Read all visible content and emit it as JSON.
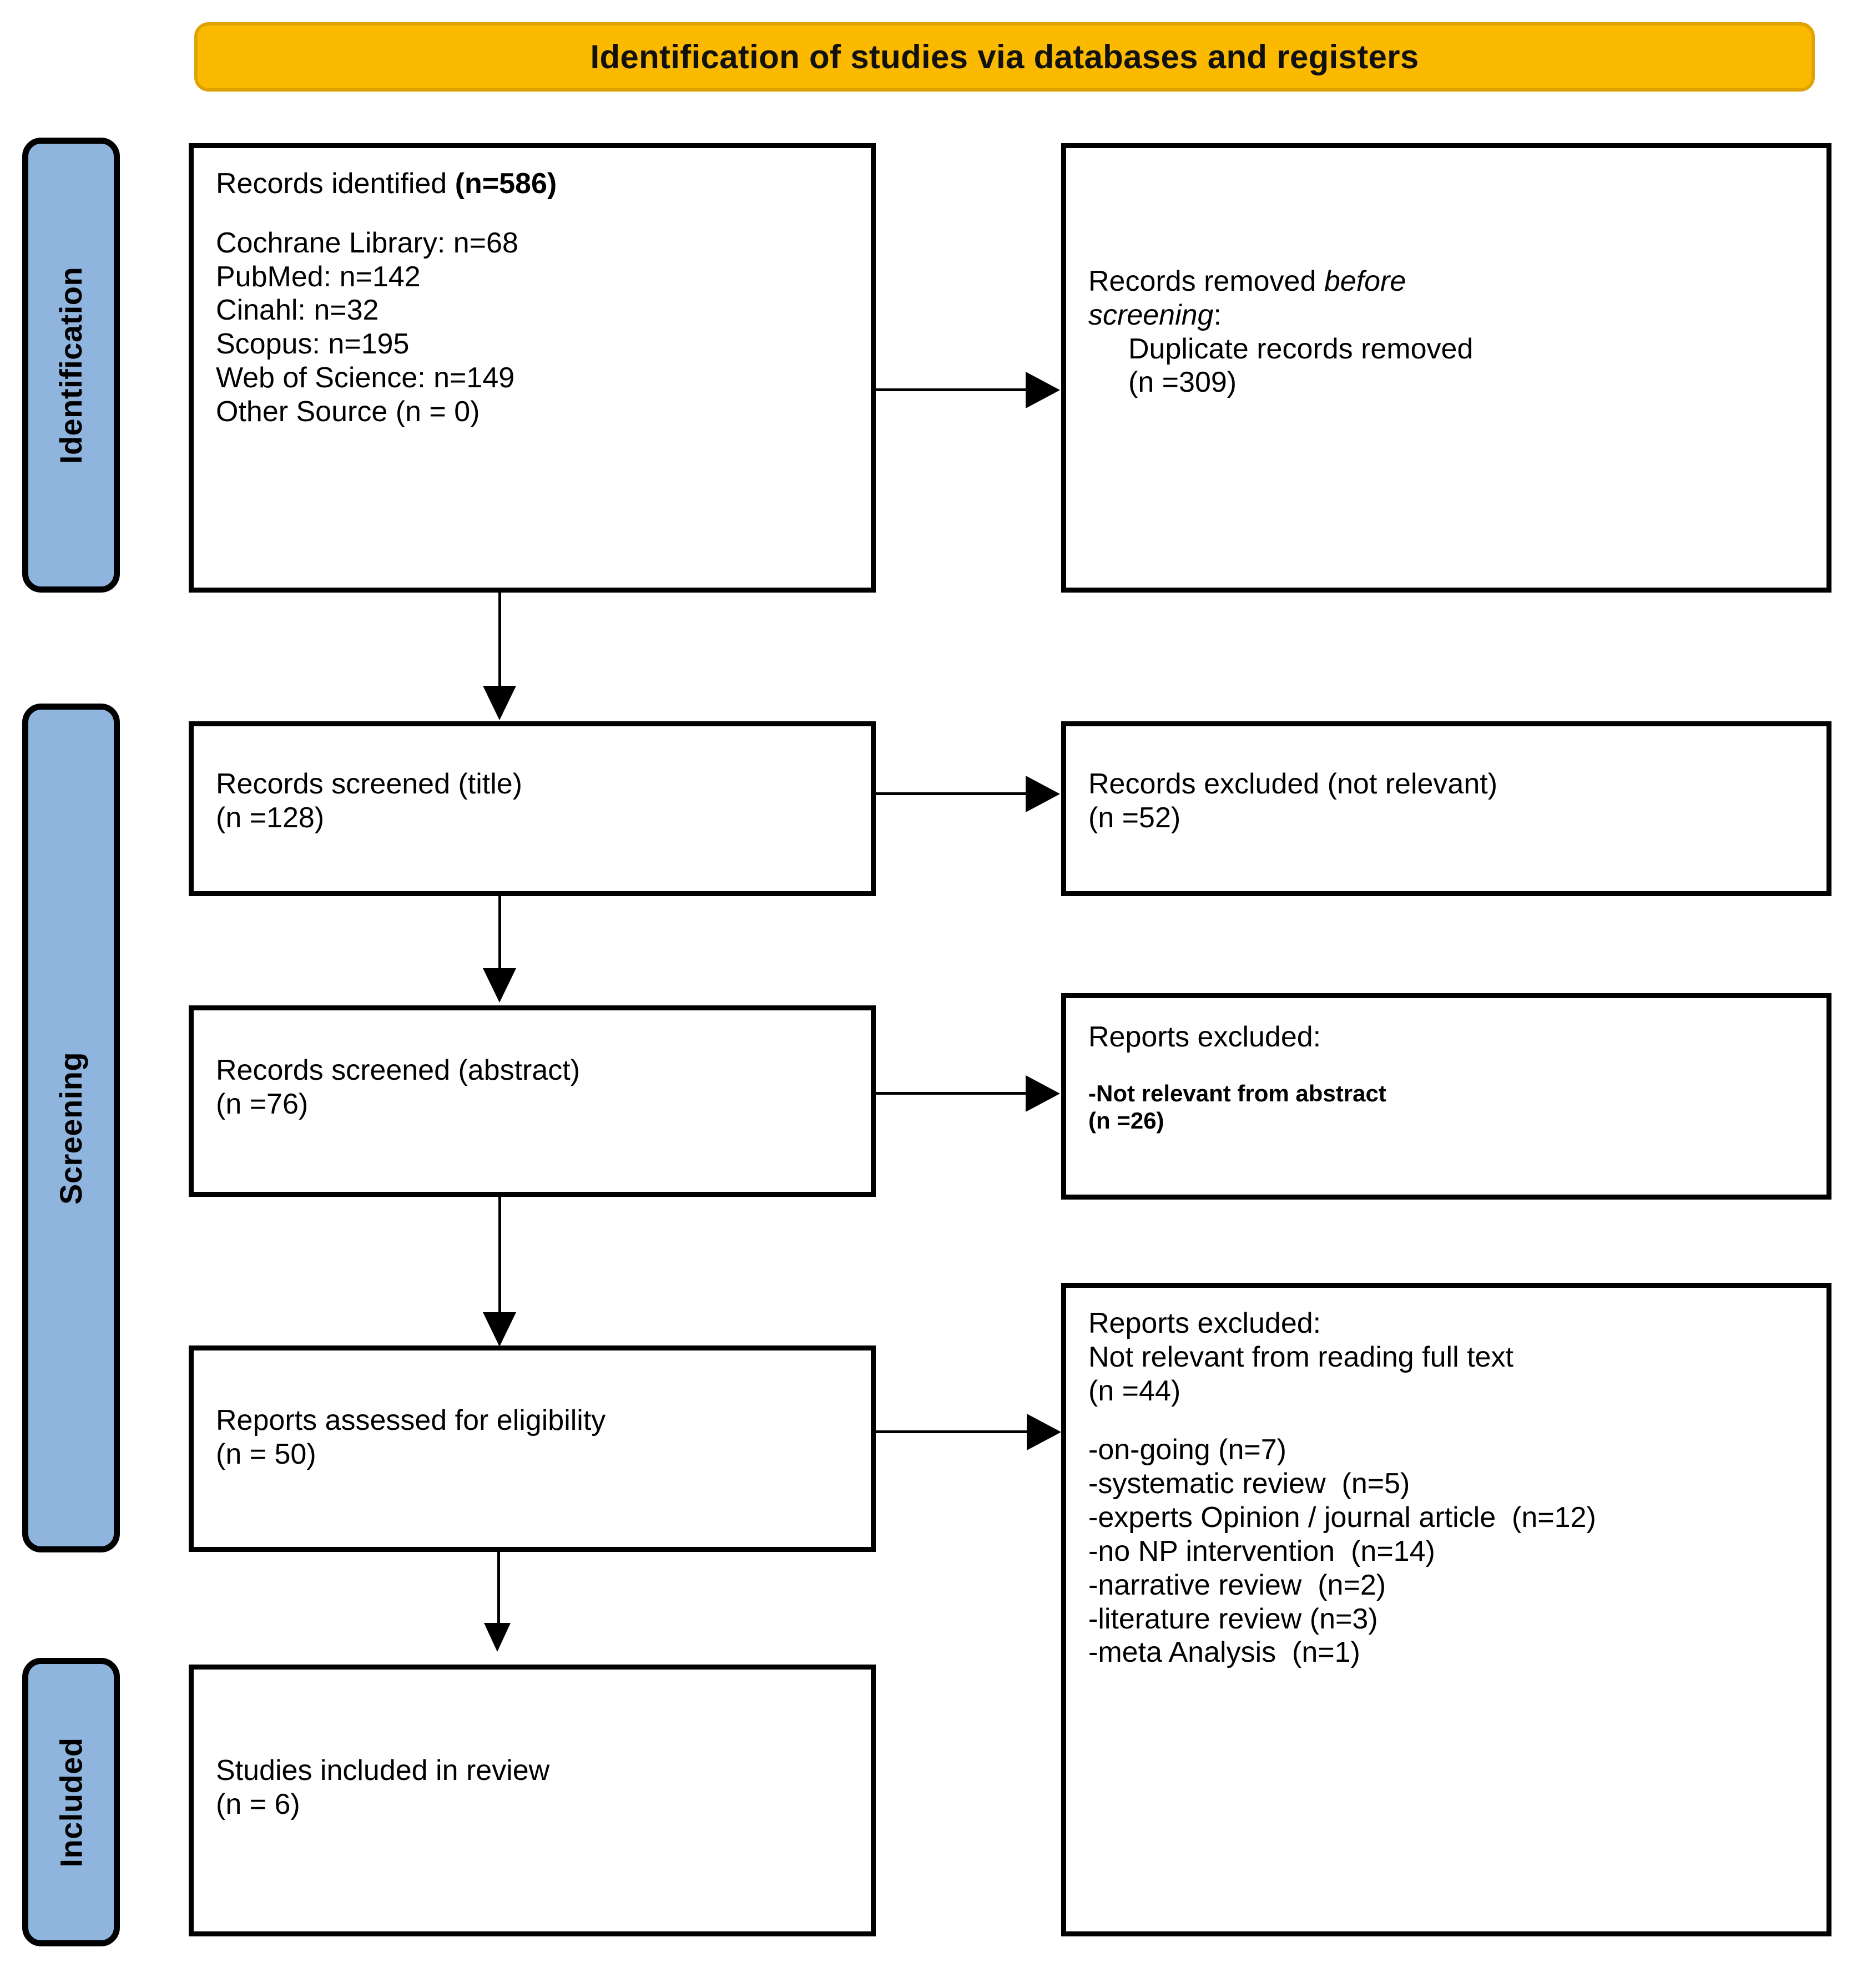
{
  "banner": {
    "title": "Identification of studies via databases and registers"
  },
  "phases": [
    {
      "id": "identification",
      "label": "Identification"
    },
    {
      "id": "screening",
      "label": "Screening"
    },
    {
      "id": "included",
      "label": "Included"
    }
  ],
  "boxes": {
    "identified": {
      "heading_prefix": "Records identified ",
      "heading_count": "(n=586)",
      "sources": [
        "Cochrane Library: n=68",
        "PubMed: n=142",
        "Cinahl: n=32",
        "Scopus: n=195",
        "Web of Science: n=149",
        "Other Source (n = 0)"
      ]
    },
    "removed": {
      "line1": "Records removed ",
      "line1_italic": "before",
      "line2_italic": "screening",
      "line2_suffix": ":",
      "line3": "Duplicate records removed",
      "line4": "(n =309)"
    },
    "screened_title": {
      "line1": "Records screened (title)",
      "line2": "(n =128)"
    },
    "excluded_title": {
      "line1": "Records excluded (not relevant)",
      "line2": "(n =52)"
    },
    "screened_abstract": {
      "line1": "Records screened (abstract)",
      "line2": "(n =76)"
    },
    "excluded_abstract": {
      "line1": "Reports excluded:",
      "line2": "-Not relevant from abstract",
      "line3": "(n =26)"
    },
    "eligibility": {
      "line1": "Reports assessed for eligibility",
      "line2": "(n = 50)"
    },
    "excluded_fulltext": {
      "line1": "Reports excluded:",
      "line2": "Not relevant from reading full text",
      "line3": "(n =44)",
      "reasons": [
        "-on-going (n=7)",
        "-systematic review  (n=5)",
        "-experts Opinion / journal article  (n=12)",
        "-no NP intervention  (n=14)",
        "-narrative review  (n=2)",
        "-literature review (n=3)",
        "-meta Analysis  (n=1)"
      ]
    },
    "included": {
      "line1": "Studies included in review",
      "line2": "(n = 6)"
    }
  },
  "colors": {
    "banner_fill": "#FBB900",
    "phase_fill": "#8FB4DE",
    "box_border": "#000000"
  }
}
